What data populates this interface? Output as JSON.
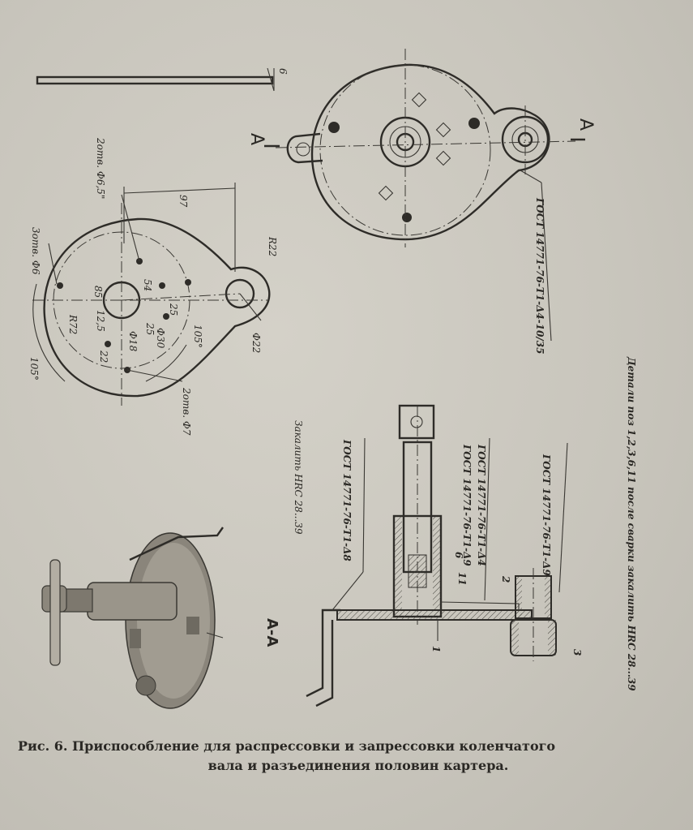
{
  "drawing": {
    "part_number_label": "6",
    "section_mark": "А",
    "section_title": "А-А",
    "holes_6": "3отв. Ф6",
    "holes_6_5": "2отв. Ф6,5\"",
    "holes_7": "2отв. Ф7",
    "dim_97": "97",
    "dim_r22": "R22",
    "dim_r72": "R72",
    "dim_85": "85",
    "dim_54": "54",
    "dim_25a": "25",
    "dim_25b": "25",
    "dim_125": "12,5",
    "dim_d18": "Ф18",
    "dim_d30": "Ф30",
    "dim_22": "22",
    "dim_d22": "Ф22",
    "angle_105a": "105°",
    "angle_105b": "105°",
    "gost_right": "ГОСТ 14771-76-Т1-Δ4-10/35",
    "harden_note_right": "закалить HRC 28...39",
    "harden_note_left": "Закалить HRC 28...39",
    "gost_left": "ГОСТ 14771-76-Т1-Δ8",
    "gost_mid1": "ГОСТ 14771-76-Т1-Δ9",
    "gost_mid2": "ГОСТ 14771-76-Т1-Δ4",
    "gost_far": "ГОСТ 14771-76-Т1-Δ9",
    "pos_1": "1",
    "pos_2": "2",
    "pos_3": "3",
    "pos_6": "6",
    "pos_11": "11",
    "details_note": "Детали поз 1,2,3,6,11 после сварки закалить HRC 28...39"
  },
  "caption": {
    "line1": "Рис. 6. Приспособление для распрессовки и запрессовки коленчатого",
    "line2": "вала и разъединения половин картера."
  }
}
